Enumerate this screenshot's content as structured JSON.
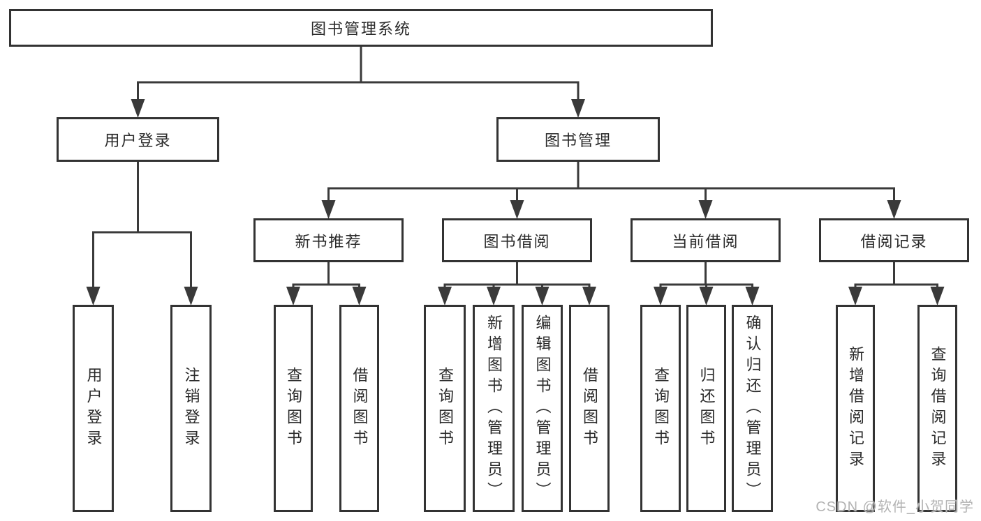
{
  "diagram": {
    "watermark": "CSDN @软件_小贺同学",
    "colors": {
      "line": "#3a3a3a",
      "box_border": "#333333",
      "box_fill": "#ffffff",
      "text": "#2b2b2b",
      "background": "#ffffff",
      "watermark": "#b3b3b3"
    },
    "nodes": [
      {
        "id": "root",
        "label": "图书管理系统",
        "parent": null,
        "orient": "h"
      },
      {
        "id": "user-login",
        "label": "用户登录",
        "parent": "root",
        "orient": "h"
      },
      {
        "id": "book-management",
        "label": "图书管理",
        "parent": "root",
        "orient": "h"
      },
      {
        "id": "login",
        "label": "用户登录",
        "parent": "user-login",
        "orient": "v"
      },
      {
        "id": "logout",
        "label": "注销登录",
        "parent": "user-login",
        "orient": "v"
      },
      {
        "id": "new-book-recommend",
        "label": "新书推荐",
        "parent": "book-management",
        "orient": "h"
      },
      {
        "id": "book-borrow",
        "label": "图书借阅",
        "parent": "book-management",
        "orient": "h"
      },
      {
        "id": "current-borrow",
        "label": "当前借阅",
        "parent": "book-management",
        "orient": "h"
      },
      {
        "id": "borrow-records",
        "label": "借阅记录",
        "parent": "book-management",
        "orient": "h"
      },
      {
        "id": "nbr-query-book",
        "label": "查询图书",
        "parent": "new-book-recommend",
        "orient": "v"
      },
      {
        "id": "nbr-borrow-book",
        "label": "借阅图书",
        "parent": "new-book-recommend",
        "orient": "v"
      },
      {
        "id": "bb-query-book",
        "label": "查询图书",
        "parent": "book-borrow",
        "orient": "v"
      },
      {
        "id": "bb-add-book",
        "label": "新增图书（管理员）",
        "parent": "book-borrow",
        "orient": "v"
      },
      {
        "id": "bb-edit-book",
        "label": "编辑图书（管理员）",
        "parent": "book-borrow",
        "orient": "v"
      },
      {
        "id": "bb-borrow-book",
        "label": "借阅图书",
        "parent": "book-borrow",
        "orient": "v"
      },
      {
        "id": "cb-query-book",
        "label": "查询图书",
        "parent": "current-borrow",
        "orient": "v"
      },
      {
        "id": "cb-return-book",
        "label": "归还图书",
        "parent": "current-borrow",
        "orient": "v"
      },
      {
        "id": "cb-confirm-return",
        "label": "确认归还（管理员）",
        "parent": "current-borrow",
        "orient": "v"
      },
      {
        "id": "br-add-record",
        "label": "新增借阅记录",
        "parent": "borrow-records",
        "orient": "v"
      },
      {
        "id": "br-query-record",
        "label": "查询借阅记录",
        "parent": "borrow-records",
        "orient": "v"
      }
    ]
  }
}
